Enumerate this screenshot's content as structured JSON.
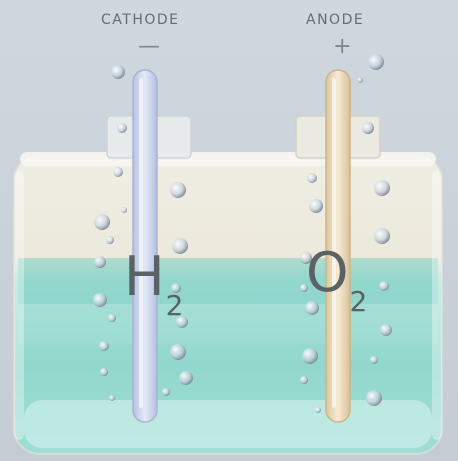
{
  "cathode": {
    "label": "CATHODE",
    "sign": "—",
    "gas_symbol": "H",
    "gas_subscript": "2"
  },
  "anode": {
    "label": "ANODE",
    "sign": "+",
    "gas_symbol": "O",
    "gas_subscript": "2"
  },
  "colors": {
    "electrolyte": "#8fd8cf",
    "cathode_tube": "#c8d4ef",
    "anode_tube": "#ead6b4",
    "bubbles": "#9aa7b5"
  }
}
